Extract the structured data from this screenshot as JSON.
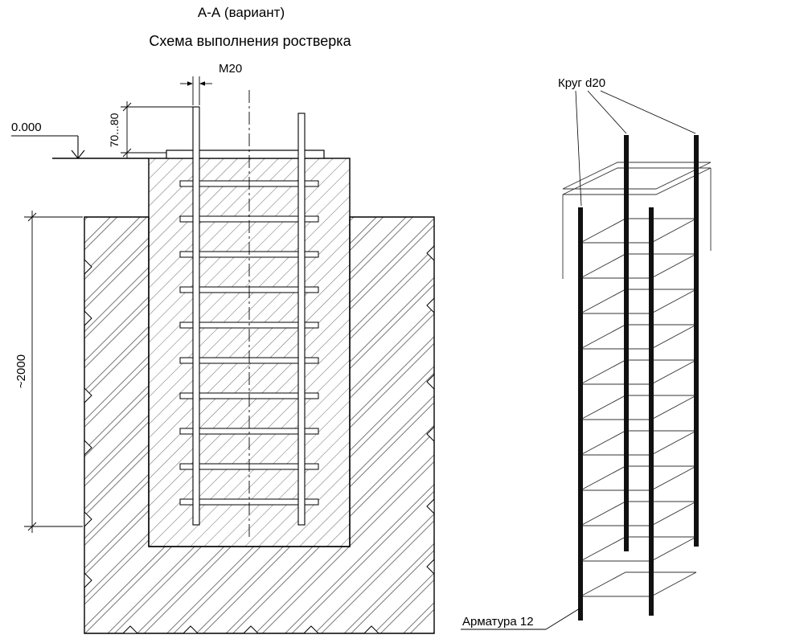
{
  "header": {
    "section_title": "А-А (вариант)",
    "drawing_title": "Схема выполнения ростверка"
  },
  "annotations": {
    "bolt_label": "М20",
    "zero_level": "0.000",
    "bolt_protrusion_dim": "70...80",
    "pit_depth_dim": "~2000",
    "rod_label": "Круг d20",
    "rebar_label": "Арматура 12"
  }
}
